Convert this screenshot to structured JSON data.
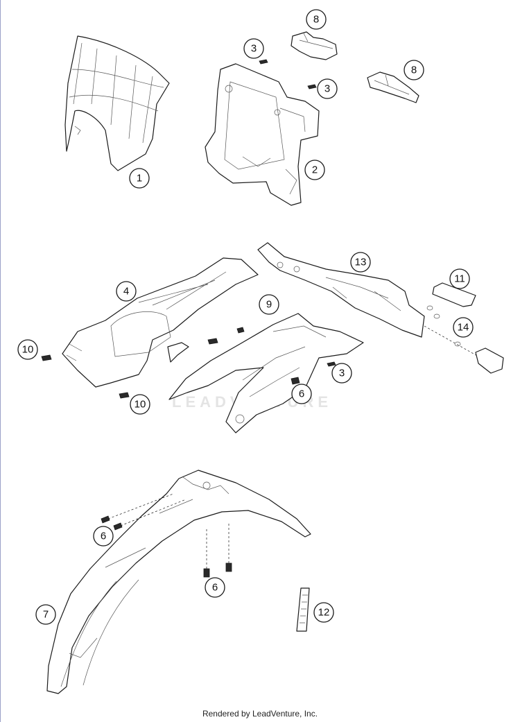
{
  "watermark": "LEADVENTURE",
  "footer": "Rendered by LeadVenture, Inc.",
  "callouts": [
    {
      "id": "c1",
      "label": "1"
    },
    {
      "id": "c2",
      "label": "2"
    },
    {
      "id": "c3a",
      "label": "3"
    },
    {
      "id": "c3b",
      "label": "3"
    },
    {
      "id": "c3c",
      "label": "3"
    },
    {
      "id": "c4",
      "label": "4"
    },
    {
      "id": "c6a",
      "label": "6"
    },
    {
      "id": "c6b",
      "label": "6"
    },
    {
      "id": "c6c",
      "label": "6"
    },
    {
      "id": "c7",
      "label": "7"
    },
    {
      "id": "c8a",
      "label": "8"
    },
    {
      "id": "c8b",
      "label": "8"
    },
    {
      "id": "c9",
      "label": "9"
    },
    {
      "id": "c10a",
      "label": "10"
    },
    {
      "id": "c10b",
      "label": "10"
    },
    {
      "id": "c11",
      "label": "11"
    },
    {
      "id": "c12",
      "label": "12"
    },
    {
      "id": "c13",
      "label": "13"
    },
    {
      "id": "c14",
      "label": "14"
    }
  ]
}
